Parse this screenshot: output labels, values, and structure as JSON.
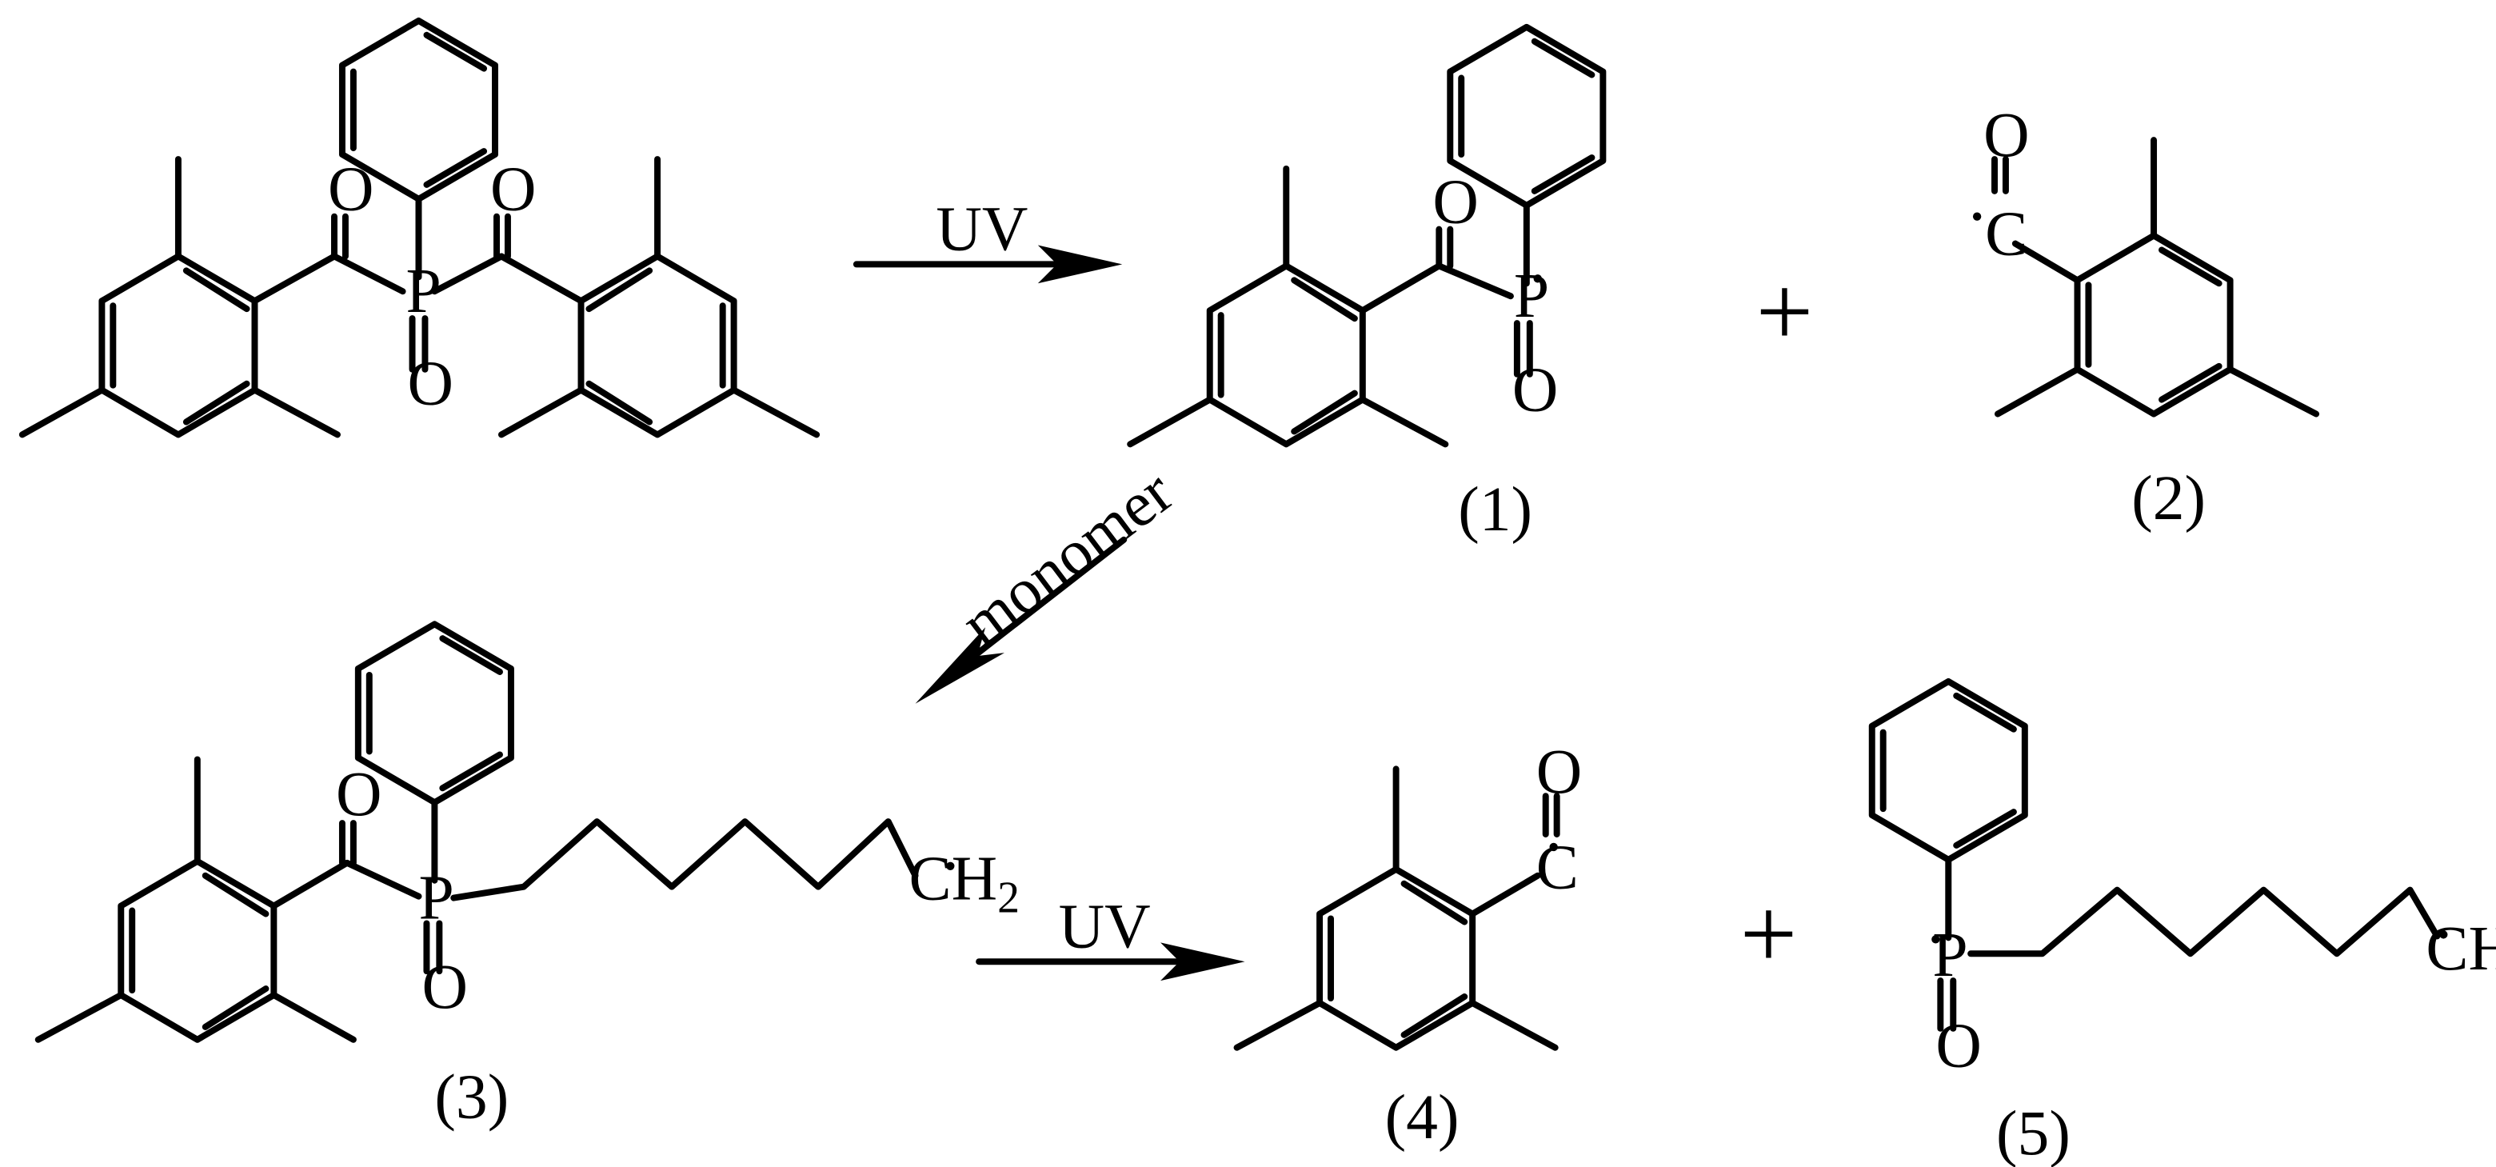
{
  "scheme": {
    "reactions": [
      {
        "reagent": "UV"
      },
      {
        "reagent": "monomer"
      },
      {
        "reagent": "UV"
      }
    ],
    "compounds": [
      {
        "label": "(1)"
      },
      {
        "label": "(2)"
      },
      {
        "label": "(3)"
      },
      {
        "label": "(4)"
      },
      {
        "label": "(5)"
      }
    ],
    "plus": "+",
    "atoms": {
      "P": "P",
      "O": "O",
      "C": "C",
      "CH": "CH",
      "sub2": "2"
    }
  }
}
